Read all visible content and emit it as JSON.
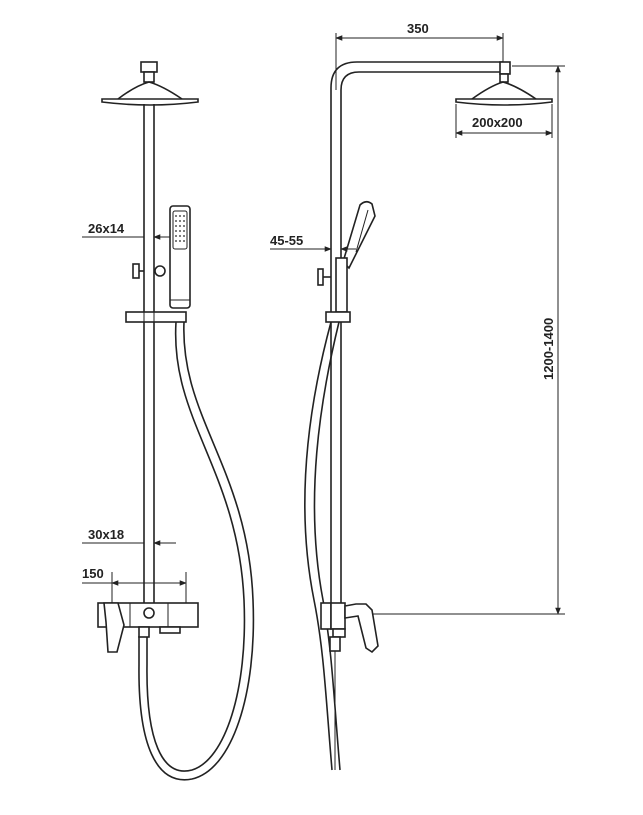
{
  "dimensions": {
    "front_pipe_upper": "26x14",
    "front_pipe_lower": "30x18",
    "front_spacing": "150",
    "side_reach": "350",
    "side_head_size": "200x200",
    "side_height": "1200-1400",
    "side_offset": "45-55"
  },
  "colors": {
    "line": "#222222",
    "background": "#ffffff"
  }
}
